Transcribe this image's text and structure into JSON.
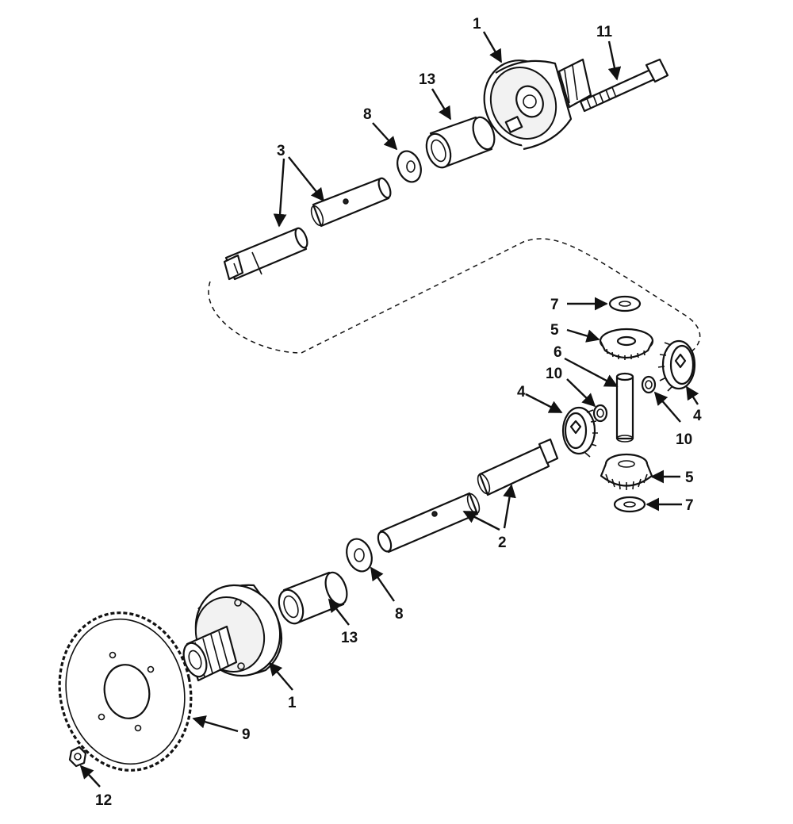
{
  "diagram": {
    "callouts": [
      {
        "id": "c1a",
        "text": "1"
      },
      {
        "id": "c11",
        "text": "11"
      },
      {
        "id": "c13a",
        "text": "13"
      },
      {
        "id": "c8a",
        "text": "8"
      },
      {
        "id": "c3",
        "text": "3"
      },
      {
        "id": "c7a",
        "text": "7"
      },
      {
        "id": "c5a",
        "text": "5"
      },
      {
        "id": "c6",
        "text": "6"
      },
      {
        "id": "c10a",
        "text": "10"
      },
      {
        "id": "c4a",
        "text": "4"
      },
      {
        "id": "c4b",
        "text": "4"
      },
      {
        "id": "c10b",
        "text": "10"
      },
      {
        "id": "c5b",
        "text": "5"
      },
      {
        "id": "c7b",
        "text": "7"
      },
      {
        "id": "c2",
        "text": "2"
      },
      {
        "id": "c8b",
        "text": "8"
      },
      {
        "id": "c13b",
        "text": "13"
      },
      {
        "id": "c1b",
        "text": "1"
      },
      {
        "id": "c9",
        "text": "9"
      },
      {
        "id": "c12",
        "text": "12"
      }
    ]
  }
}
